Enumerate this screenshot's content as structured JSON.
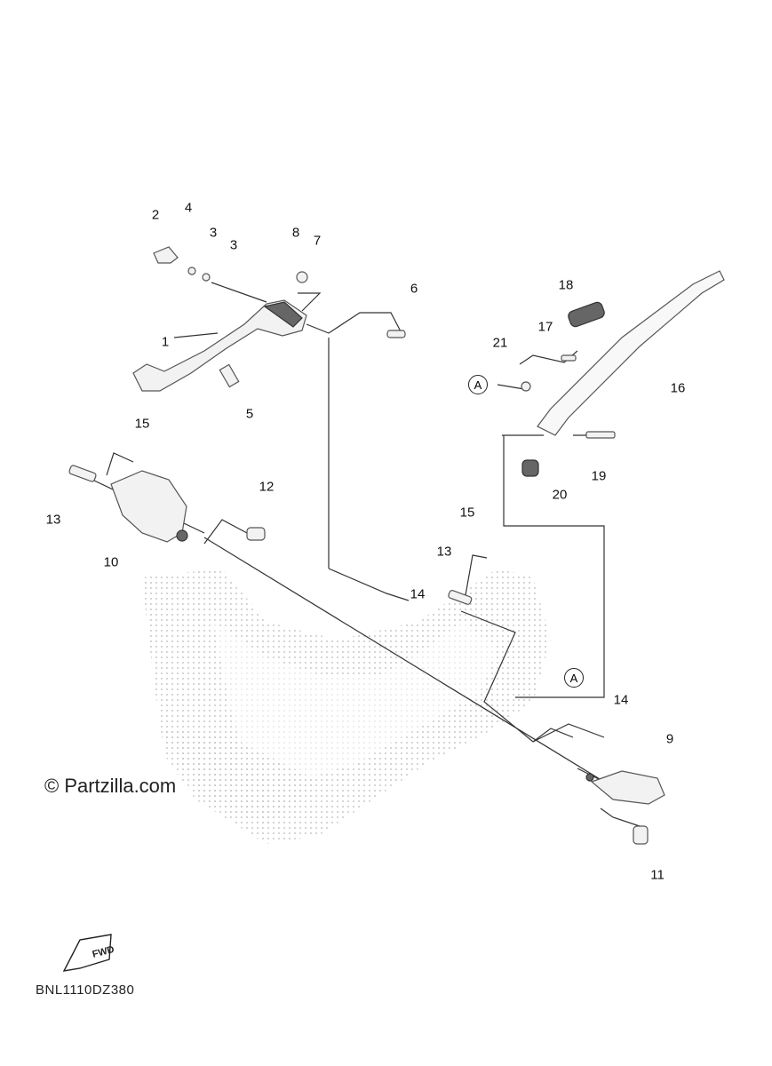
{
  "callouts": [
    {
      "id": "c1",
      "text": "1"
    },
    {
      "id": "c2",
      "text": "2"
    },
    {
      "id": "c3a",
      "text": "3"
    },
    {
      "id": "c3b",
      "text": "3"
    },
    {
      "id": "c4",
      "text": "4"
    },
    {
      "id": "c5",
      "text": "5"
    },
    {
      "id": "c6",
      "text": "6"
    },
    {
      "id": "c7",
      "text": "7"
    },
    {
      "id": "c8",
      "text": "8"
    },
    {
      "id": "c9",
      "text": "9"
    },
    {
      "id": "c10",
      "text": "10"
    },
    {
      "id": "c11",
      "text": "11"
    },
    {
      "id": "c12",
      "text": "12"
    },
    {
      "id": "c13a",
      "text": "13"
    },
    {
      "id": "c13b",
      "text": "13"
    },
    {
      "id": "c14a",
      "text": "14"
    },
    {
      "id": "c14b",
      "text": "14"
    },
    {
      "id": "c15a",
      "text": "15"
    },
    {
      "id": "c15b",
      "text": "15"
    },
    {
      "id": "c16",
      "text": "16"
    },
    {
      "id": "c17",
      "text": "17"
    },
    {
      "id": "c18",
      "text": "18"
    },
    {
      "id": "c19",
      "text": "19"
    },
    {
      "id": "c20",
      "text": "20"
    },
    {
      "id": "c21",
      "text": "21"
    }
  ],
  "refs": {
    "a1": "A",
    "a2": "A"
  },
  "copyright": "© Partzilla.com",
  "diagram_code": "BNL1110DZ380",
  "fwd_label": "FWD"
}
